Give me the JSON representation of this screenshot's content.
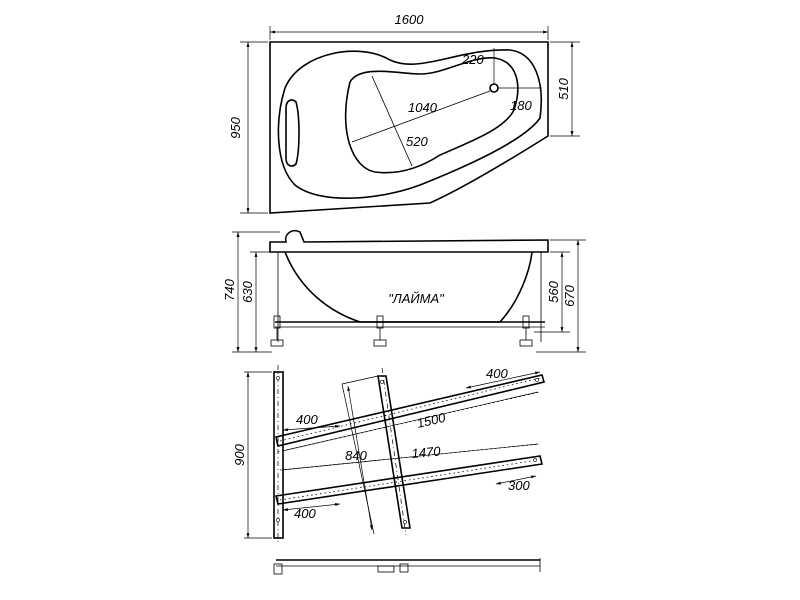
{
  "top_view": {
    "length": "1600",
    "width": "950",
    "narrow_end_width": "510",
    "inner_length": "1040",
    "inner_width": "520",
    "drain_offset_top": "220",
    "drain_offset_side": "180"
  },
  "side_view": {
    "total_height": "740",
    "leg_height": "630",
    "model_name": "\"ЛАЙМА\"",
    "inner_height": "560",
    "rim_height": "670"
  },
  "frame_view": {
    "height": "900",
    "rail_top_length": "1500",
    "rail_bottom_length": "1470",
    "cross_length": "840",
    "offset_top_right": "400",
    "offset_top_left": "400",
    "offset_bottom_left": "400",
    "offset_bottom_right": "300"
  }
}
